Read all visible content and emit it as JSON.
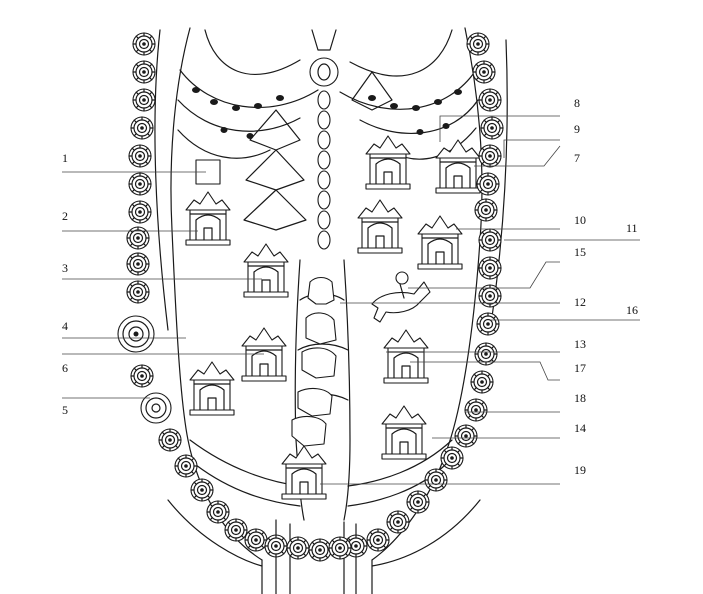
{
  "figure": {
    "callouts": [
      {
        "id": "1",
        "text": "1"
      },
      {
        "id": "2",
        "text": "2"
      },
      {
        "id": "3",
        "text": "3"
      },
      {
        "id": "4",
        "text": "4"
      },
      {
        "id": "5",
        "text": "5"
      },
      {
        "id": "6",
        "text": "6"
      },
      {
        "id": "7",
        "text": "7"
      },
      {
        "id": "8",
        "text": "8"
      },
      {
        "id": "9",
        "text": "9"
      },
      {
        "id": "10",
        "text": "10"
      },
      {
        "id": "11",
        "text": "11"
      },
      {
        "id": "12",
        "text": "12"
      },
      {
        "id": "13",
        "text": "13"
      },
      {
        "id": "14",
        "text": "14"
      },
      {
        "id": "15",
        "text": "15"
      },
      {
        "id": "16",
        "text": "16"
      },
      {
        "id": "17",
        "text": "17"
      },
      {
        "id": "18",
        "text": "18"
      },
      {
        "id": "19",
        "text": "19"
      }
    ]
  }
}
